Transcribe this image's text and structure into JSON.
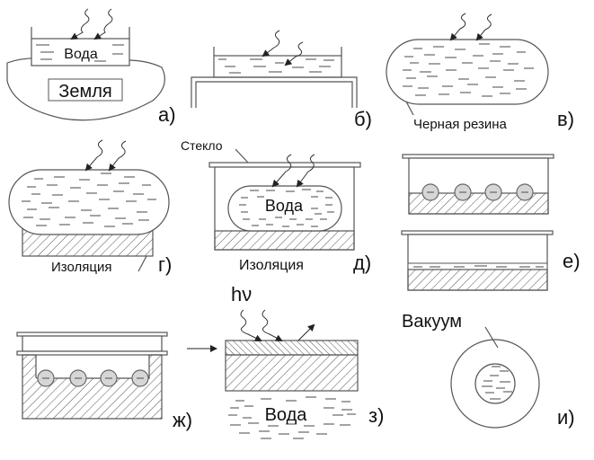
{
  "figure": {
    "panels": [
      {
        "id": "a",
        "tag": "а)",
        "labels": {
          "water": "Вода",
          "ground": "Земля"
        }
      },
      {
        "id": "b",
        "tag": "б)"
      },
      {
        "id": "v",
        "tag": "в)",
        "labels": {
          "black_rubber": "Черная резина"
        }
      },
      {
        "id": "g",
        "tag": "г)",
        "labels": {
          "insulation": "Изоляция"
        }
      },
      {
        "id": "d",
        "tag": "д)",
        "labels": {
          "glass": "Стекло",
          "water": "Вода",
          "insulation": "Изоляция"
        }
      },
      {
        "id": "e",
        "tag": "е)"
      },
      {
        "id": "zh",
        "tag": "ж)"
      },
      {
        "id": "z",
        "tag": "з)",
        "labels": {
          "photon": "hν",
          "water": "Вода"
        }
      },
      {
        "id": "i",
        "tag": "и)",
        "labels": {
          "vacuum": "Вакуум"
        }
      }
    ],
    "icons": {
      "radiation": "wavy-arrow-icon",
      "reflection": "straight-arrow-icon",
      "charge": "minus-ball-icon"
    },
    "colors": {
      "line": "#555555",
      "ball_fill": "#d6d6d6",
      "background": "#ffffff"
    }
  }
}
